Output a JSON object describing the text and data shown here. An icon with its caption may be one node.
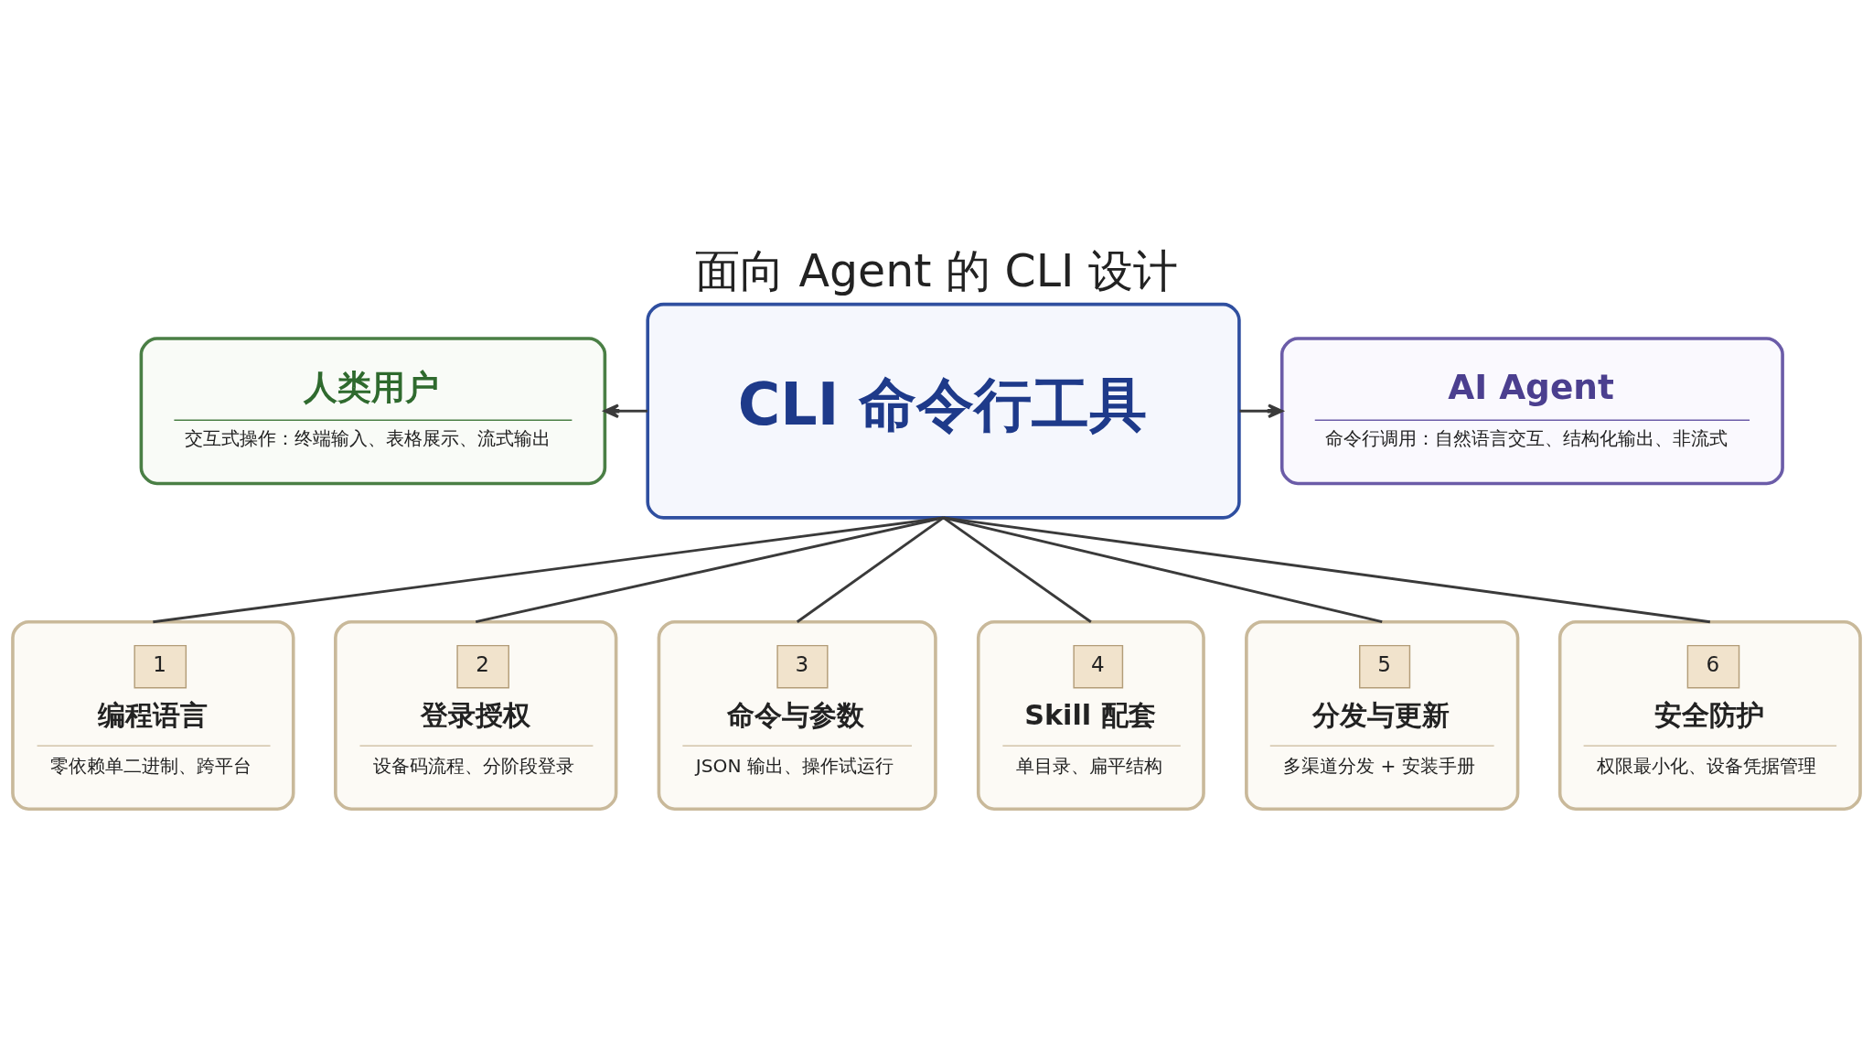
{
  "diagram": {
    "title": "面向 Agent 的 CLI 设计",
    "nodes": [
      {
        "text": [
          "CLI 命令行工具"
        ]
      },
      {
        "text": [
          "人类用户",
          "交互式操作：终端输入、表格展示、流式输出"
        ]
      },
      {
        "text": [
          "AI Agent",
          "命令行调用：自然语言交互、结构化输出、非流式"
        ]
      },
      {
        "text": [
          "1",
          "编程语言",
          "零依赖单二进制、跨平台"
        ]
      },
      {
        "text": [
          "2",
          "登录授权",
          "设备码流程、分阶段登录"
        ]
      },
      {
        "text": [
          "3",
          "命令与参数",
          "JSON 输出、操作试运行"
        ]
      },
      {
        "text": [
          "4",
          "Skill 配套",
          "单目录、扁平结构"
        ]
      },
      {
        "text": [
          "5",
          "分发与更新",
          "多渠道分发 + 安装手册"
        ]
      },
      {
        "text": [
          "6",
          "安全防护",
          "权限最小化、设备凭据管理"
        ]
      }
    ],
    "edges": [
      {
        "from": 0,
        "to": 1,
        "arrow": "to"
      },
      {
        "from": 0,
        "to": 2,
        "arrow": "to"
      },
      {
        "from": 0,
        "to": 3,
        "arrow": "none"
      },
      {
        "from": 0,
        "to": 4,
        "arrow": "none"
      },
      {
        "from": 0,
        "to": 5,
        "arrow": "none"
      },
      {
        "from": 0,
        "to": 6,
        "arrow": "none"
      },
      {
        "from": 0,
        "to": 7,
        "arrow": "none"
      },
      {
        "from": 0,
        "to": 8,
        "arrow": "none"
      }
    ]
  }
}
